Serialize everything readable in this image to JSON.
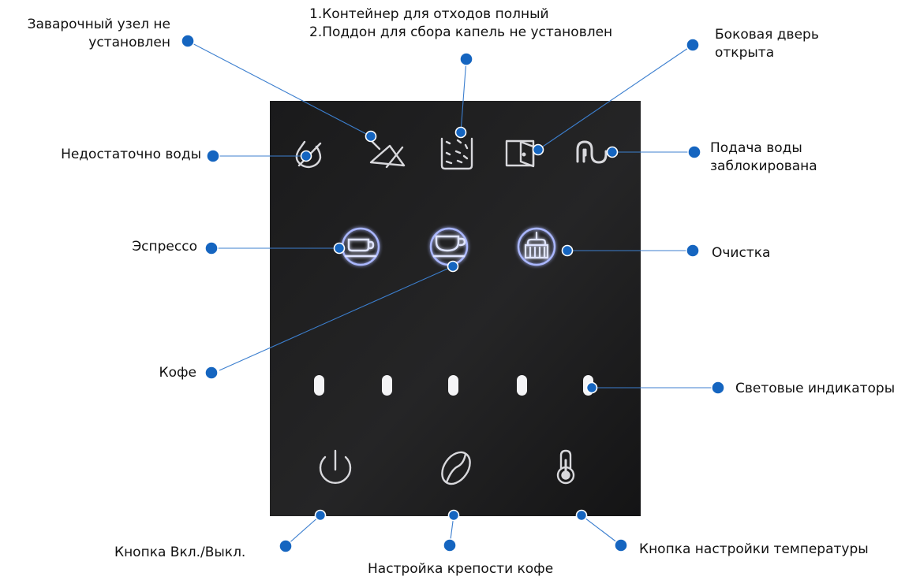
{
  "colors": {
    "panel": "#1c1c1d",
    "icon": "#d8d8dc",
    "button_glow": "#aab7ff",
    "leader_line": "#3c7fcf",
    "dot": "#1565c0",
    "label_text": "#111111"
  },
  "labels": {
    "brew_unit_line1": "Заварочный узел не",
    "brew_unit_line2": "установлен",
    "container_line1": "1.Контейнер для отходов полный",
    "container_line2": "2.Поддон для сбора капель не установлен",
    "side_door_line1": "Боковая дверь",
    "side_door_line2": "открыта",
    "low_water": "Недостаточно воды",
    "water_blocked_line1": "Подача воды",
    "water_blocked_line2": "заблокирована",
    "espresso": "Эспрессо",
    "cleaning": "Очистка",
    "coffee": "Кофе",
    "indicators": "Световые индикаторы",
    "power": "Кнопка Вкл./Выкл.",
    "strength": "Настройка крепости кофе",
    "temperature": "Кнопка настройки температуры"
  },
  "icons": {
    "low_water": "water-drop-slashed-icon",
    "brew_unit": "brew-unit-slashed-icon",
    "waste_container": "waste-container-icon",
    "side_door": "open-door-icon",
    "water_blocked": "pipe-icon",
    "espresso": "espresso-cup-icon",
    "coffee": "coffee-cup-icon",
    "cleaning": "brush-icon",
    "power": "power-icon",
    "strength": "coffee-bean-icon",
    "temperature": "thermometer-icon"
  },
  "indicator_lights_count": 5
}
